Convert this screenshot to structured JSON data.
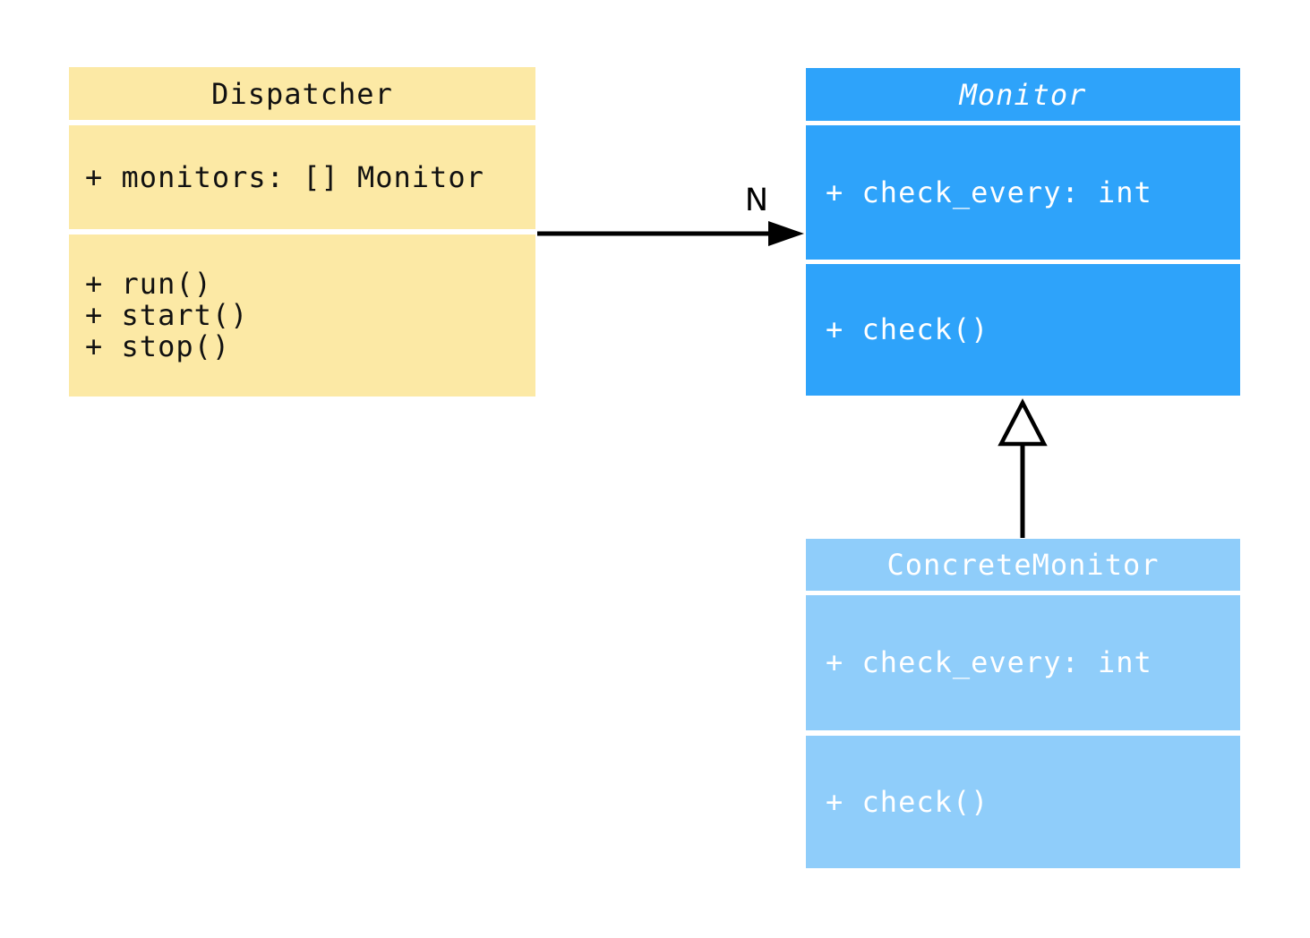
{
  "diagram": {
    "type": "uml-class-diagram",
    "background": "#ffffff",
    "classes": {
      "dispatcher": {
        "name": "Dispatcher",
        "attributes": [
          "+ monitors: [] Monitor"
        ],
        "methods": [
          "+ run()",
          "+ start()",
          "+ stop()"
        ],
        "fill": "#fce9a5",
        "text_color": "#111111"
      },
      "monitor": {
        "name": "Monitor",
        "abstract": true,
        "attributes": [
          "+ check_every: int"
        ],
        "methods": [
          "+ check()"
        ],
        "fill": "#2ea3fa",
        "text_color": "#ffffff"
      },
      "concrete_monitor": {
        "name": "ConcreteMonitor",
        "attributes": [
          "+ check_every: int"
        ],
        "methods": [
          "+ check()"
        ],
        "fill": "#8fcdfa",
        "text_color": "#ffffff"
      }
    },
    "relations": {
      "dispatcher_to_monitor": {
        "type": "association",
        "from": "Dispatcher",
        "to": "Monitor",
        "label": "N",
        "arrow": "filled-arrowhead"
      },
      "concrete_to_monitor": {
        "type": "inheritance",
        "from": "ConcreteMonitor",
        "to": "Monitor",
        "arrow": "hollow-triangle"
      }
    }
  }
}
